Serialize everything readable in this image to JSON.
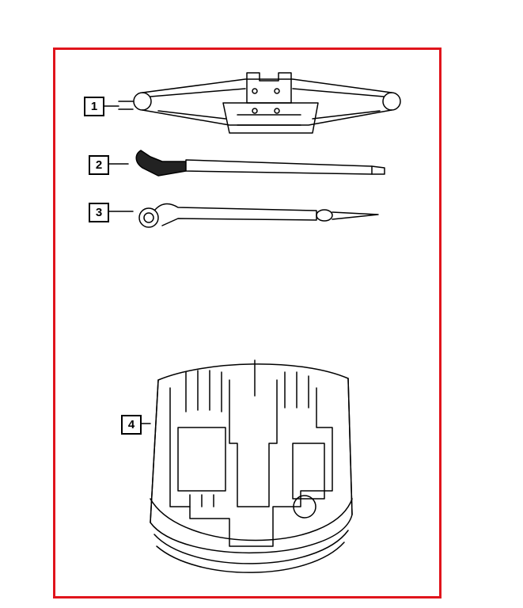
{
  "diagram": {
    "callouts": [
      {
        "label": "1",
        "part": "scissor-jack"
      },
      {
        "label": "2",
        "part": "jack-handle"
      },
      {
        "label": "3",
        "part": "lug-wrench"
      },
      {
        "label": "4",
        "part": "tool-storage-tray"
      }
    ],
    "colors": {
      "frame": "#e0141c",
      "line": "#000000"
    }
  }
}
